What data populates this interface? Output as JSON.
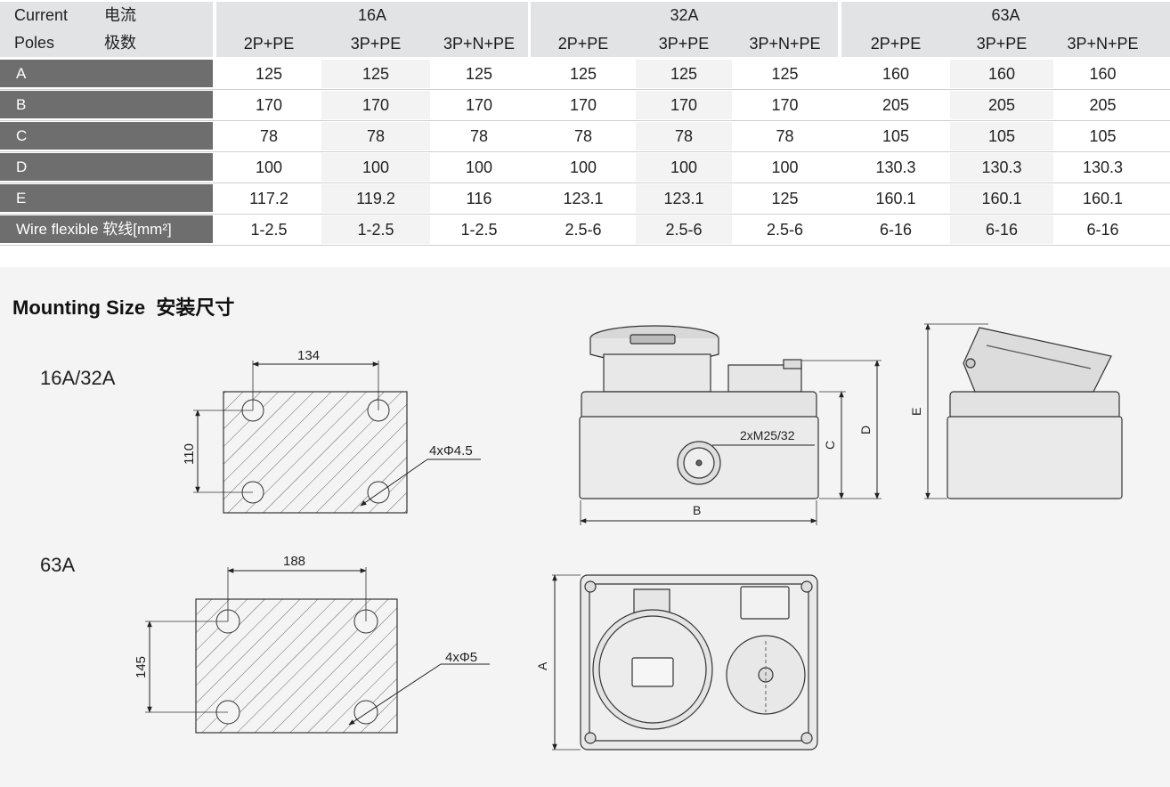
{
  "table": {
    "header_current": {
      "en": "Current",
      "cn": "电流"
    },
    "header_poles": {
      "en": "Poles",
      "cn": "极数"
    },
    "currents": [
      "16A",
      "32A",
      "63A"
    ],
    "poles": [
      "2P+PE",
      "3P+PE",
      "3P+N+PE",
      "2P+PE",
      "3P+PE",
      "3P+N+PE",
      "2P+PE",
      "3P+PE",
      "3P+N+PE"
    ],
    "rows": [
      {
        "label": "A",
        "values": [
          "125",
          "125",
          "125",
          "125",
          "125",
          "125",
          "160",
          "160",
          "160"
        ]
      },
      {
        "label": "B",
        "values": [
          "170",
          "170",
          "170",
          "170",
          "170",
          "170",
          "205",
          "205",
          "205"
        ]
      },
      {
        "label": "C",
        "values": [
          "78",
          "78",
          "78",
          "78",
          "78",
          "78",
          "105",
          "105",
          "105"
        ]
      },
      {
        "label": "D",
        "values": [
          "100",
          "100",
          "100",
          "100",
          "100",
          "100",
          "130.3",
          "130.3",
          "130.3"
        ]
      },
      {
        "label": "E",
        "values": [
          "117.2",
          "119.2",
          "116",
          "123.1",
          "123.1",
          "125",
          "160.1",
          "160.1",
          "160.1"
        ]
      },
      {
        "label": "Wire flexible 软线[mm²]",
        "values": [
          "1-2.5",
          "1-2.5",
          "1-2.5",
          "2.5-6",
          "2.5-6",
          "2.5-6",
          "6-16",
          "6-16",
          "6-16"
        ]
      }
    ]
  },
  "mounting": {
    "title": "Mounting Size  安装尺寸",
    "small": {
      "label": "16A/32A",
      "width_dim": "134",
      "height_dim": "110",
      "hole_note": "4xΦ4.5"
    },
    "large": {
      "label": "63A",
      "width_dim": "188",
      "height_dim": "145",
      "hole_note": "4xΦ5"
    },
    "dims": {
      "a": "A",
      "b": "B",
      "c": "C",
      "d": "D",
      "e": "E",
      "gland": "2xM25/32"
    }
  }
}
